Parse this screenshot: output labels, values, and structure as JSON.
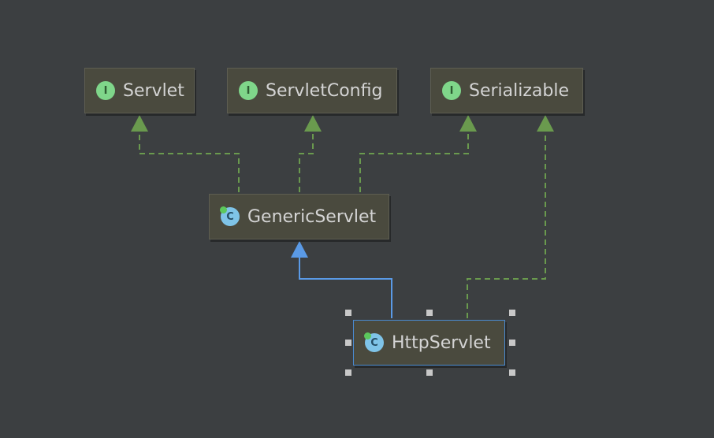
{
  "nodes": {
    "servlet": {
      "label": "Servlet",
      "kind": "interface",
      "badge": "I"
    },
    "servlet_config": {
      "label": "ServletConfig",
      "kind": "interface",
      "badge": "I"
    },
    "serializable": {
      "label": "Serializable",
      "kind": "interface",
      "badge": "I"
    },
    "generic_servlet": {
      "label": "GenericServlet",
      "kind": "class",
      "badge": "C"
    },
    "http_servlet": {
      "label": "HttpServlet",
      "kind": "class",
      "badge": "C",
      "selected": true
    }
  },
  "edges": [
    {
      "from": "generic_servlet",
      "to": "servlet",
      "type": "implements"
    },
    {
      "from": "generic_servlet",
      "to": "servlet_config",
      "type": "implements"
    },
    {
      "from": "generic_servlet",
      "to": "serializable",
      "type": "implements"
    },
    {
      "from": "http_servlet",
      "to": "serializable",
      "type": "implements"
    },
    {
      "from": "http_servlet",
      "to": "generic_servlet",
      "type": "extends"
    }
  ],
  "colors": {
    "background": "#3c3f41",
    "implements_edge": "#6a9a4e",
    "extends_edge": "#5a9ae6",
    "node_fill": "#4a4a3e",
    "interface_badge": "#7fd68a",
    "class_badge": "#7fc4e8"
  }
}
